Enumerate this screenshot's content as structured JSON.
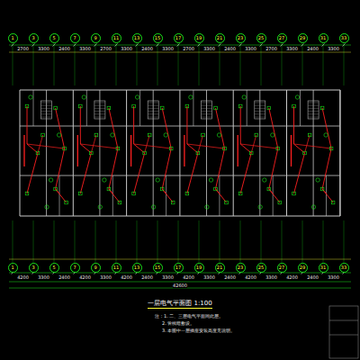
{
  "diagram": {
    "title": "一层电气平面图 1:100",
    "nodes": [
      {
        "text": [
          "1"
        ]
      },
      {
        "text": [
          "3"
        ]
      },
      {
        "text": [
          "5"
        ]
      },
      {
        "text": [
          "7"
        ]
      },
      {
        "text": [
          "9"
        ]
      },
      {
        "text": [
          "11"
        ]
      },
      {
        "text": [
          "13"
        ]
      },
      {
        "text": [
          "15"
        ]
      },
      {
        "text": [
          "17"
        ]
      },
      {
        "text": [
          "19"
        ]
      },
      {
        "text": [
          "21"
        ]
      },
      {
        "text": [
          "23"
        ]
      },
      {
        "text": [
          "25"
        ]
      },
      {
        "text": [
          "27"
        ]
      },
      {
        "text": [
          "29"
        ]
      },
      {
        "text": [
          "31"
        ]
      },
      {
        "text": [
          "33"
        ]
      },
      {
        "text": [
          "1"
        ]
      },
      {
        "text": [
          "3"
        ]
      },
      {
        "text": [
          "5"
        ]
      },
      {
        "text": [
          "7"
        ]
      },
      {
        "text": [
          "9"
        ]
      },
      {
        "text": [
          "11"
        ]
      },
      {
        "text": [
          "13"
        ]
      },
      {
        "text": [
          "15"
        ]
      },
      {
        "text": [
          "17"
        ]
      },
      {
        "text": [
          "19"
        ]
      },
      {
        "text": [
          "21"
        ]
      },
      {
        "text": [
          "23"
        ]
      },
      {
        "text": [
          "25"
        ]
      },
      {
        "text": [
          "27"
        ]
      },
      {
        "text": [
          "29"
        ]
      },
      {
        "text": [
          "31"
        ]
      },
      {
        "text": [
          "33"
        ]
      }
    ],
    "labels": [
      "2700",
      "3300",
      "2400",
      "3300",
      "2700",
      "3300",
      "2400",
      "3300",
      "2700",
      "3300",
      "2400",
      "3300",
      "2700",
      "3300",
      "2400",
      "3300",
      "4200",
      "3300",
      "2400",
      "4200",
      "3300",
      "4200",
      "2400",
      "3300",
      "4200",
      "3300",
      "2400",
      "4200",
      "3300",
      "4200",
      "2400",
      "3300",
      "42600",
      "注：1. 二、三层电气平面同此层。",
      "2. 管线暗敷设。",
      "3. 本图中一层插座安装高度见说明。"
    ]
  }
}
